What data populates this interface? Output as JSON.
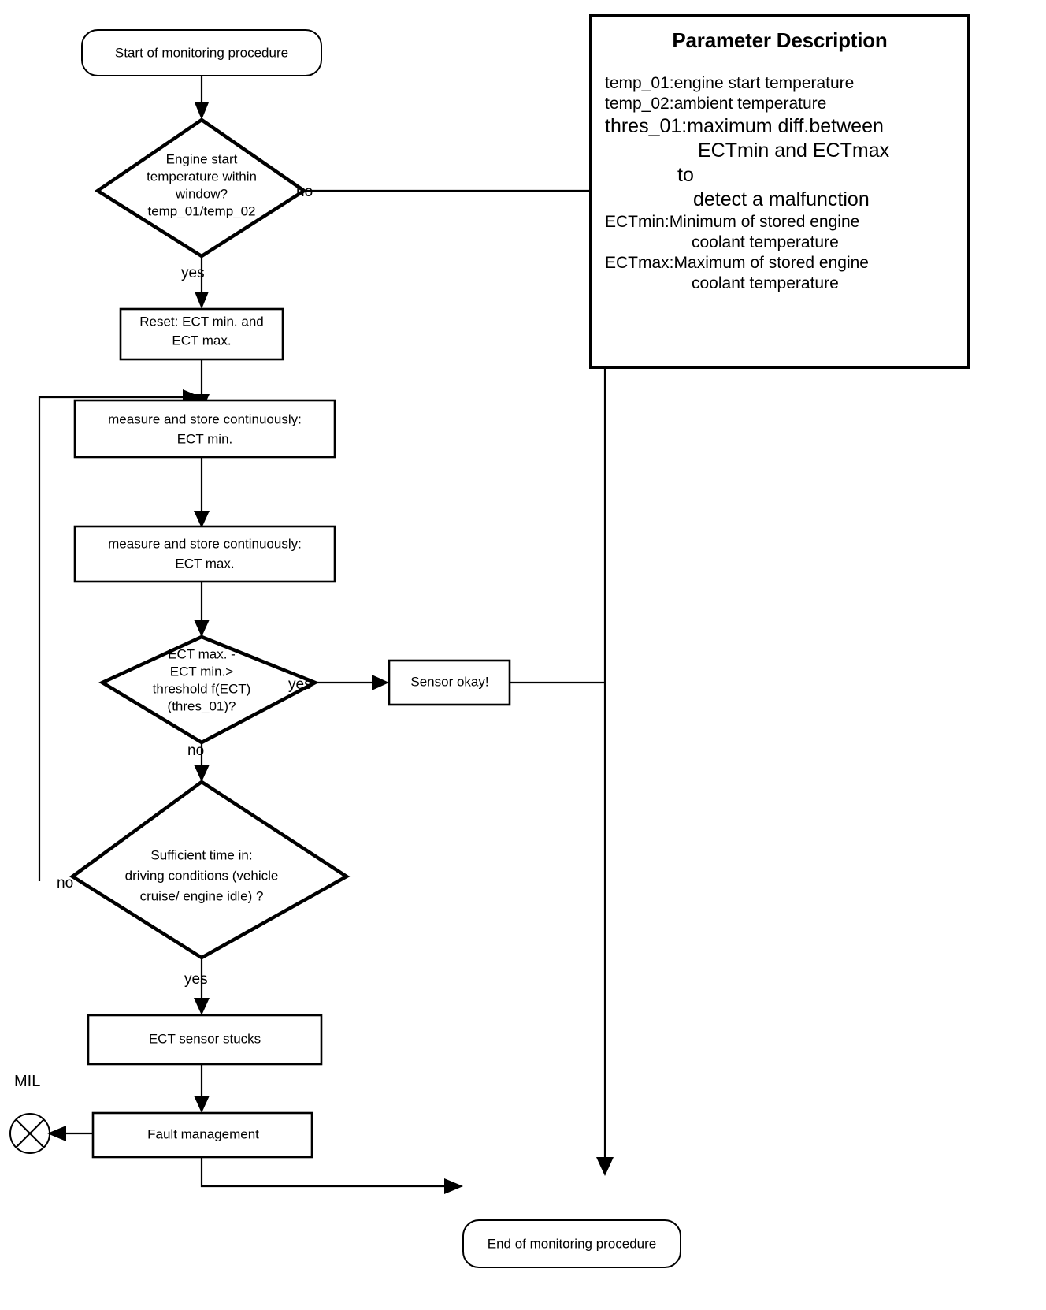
{
  "diagram": {
    "title": "ECT sensor stuck monitoring flowchart",
    "nodes": {
      "start": "Start of monitoring procedure",
      "decision_engine_start": {
        "line1": "Engine start",
        "line2": "temperature within",
        "line3": "window?",
        "line4": "temp_01/temp_02"
      },
      "reset": {
        "line1": "Reset: ECT min. and",
        "line2": "ECT max."
      },
      "measure_min": {
        "line1": "measure and store continuously:",
        "line2": "ECT min."
      },
      "measure_max": {
        "line1": "measure and store continuously:",
        "line2": "ECT max."
      },
      "decision_threshold": {
        "line1": "ECT max. -",
        "line2": "ECT min.>",
        "line3": "threshold f(ECT)",
        "line4": "(thres_01)?"
      },
      "sensor_okay": "Sensor okay!",
      "decision_time": {
        "line1": "Sufficient time in:",
        "line2": "driving conditions (vehicle",
        "line3": "cruise/ engine idle) ?"
      },
      "sensor_stucks": "ECT sensor stucks",
      "fault_management": "Fault management",
      "end": "End of monitoring procedure",
      "mil": "MIL"
    },
    "edge_labels": {
      "engine_no": "no",
      "engine_yes": "yes",
      "threshold_yes": "yes",
      "threshold_no": "no",
      "time_no": "no",
      "time_yes": "yes"
    }
  },
  "panel": {
    "title": "Parameter Description",
    "rows": [
      {
        "key": "temp_01:",
        "value": "engine start temperature",
        "size": "normal",
        "indent": 0
      },
      {
        "key": "temp_02:",
        "value": "ambient temperature",
        "size": "normal",
        "indent": 0
      },
      {
        "key": "thres_01:",
        "value": "maximum diff.between",
        "size": "big",
        "indent": 0
      },
      {
        "key": "",
        "value": "ECTmin and ECTmax",
        "size": "big",
        "indent": 1
      },
      {
        "key": "",
        "value": "to",
        "size": "big",
        "indent": 2
      },
      {
        "key": "",
        "value": "detect a malfunction",
        "size": "big",
        "indent": 3
      },
      {
        "key": "ECTmin:",
        "value": "Minimum of stored engine",
        "size": "normal",
        "indent": 0
      },
      {
        "key": "",
        "value": "coolant temperature",
        "size": "normal",
        "indent": 4
      },
      {
        "key": "ECTmax:",
        "value": "Maximum of stored engine",
        "size": "normal",
        "indent": 0
      },
      {
        "key": "",
        "value": "coolant temperature",
        "size": "normal",
        "indent": 4
      }
    ]
  },
  "colors": {
    "stroke": "#000000",
    "fill": "#ffffff",
    "text": "#000000"
  }
}
